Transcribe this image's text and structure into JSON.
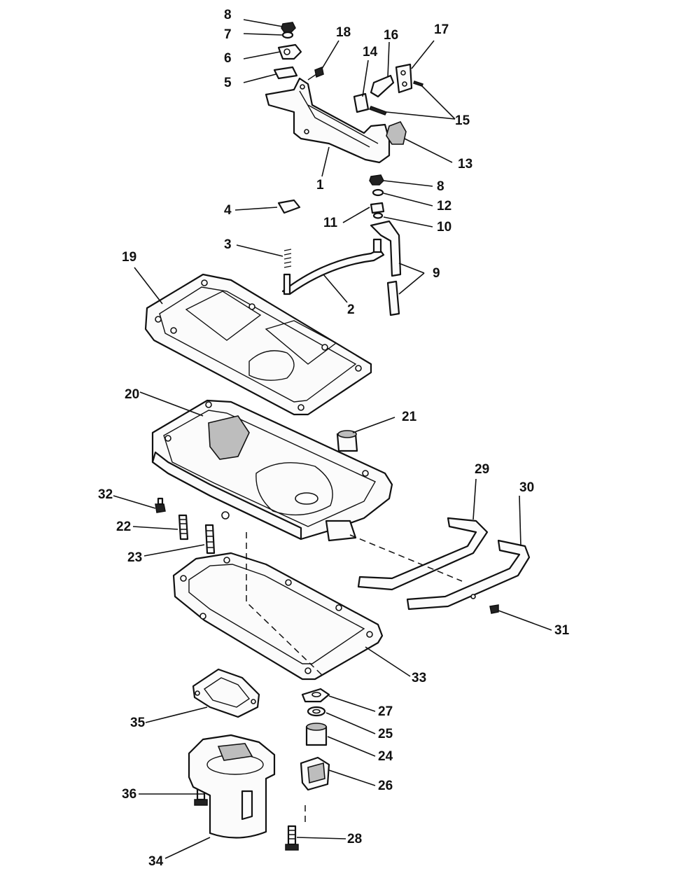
{
  "callouts": {
    "c1": "1",
    "c2": "2",
    "c3": "3",
    "c4": "4",
    "c5": "5",
    "c6": "6",
    "c7": "7",
    "c8a": "8",
    "c8b": "8",
    "c9": "9",
    "c10": "10",
    "c11": "11",
    "c12": "12",
    "c13": "13",
    "c14": "14",
    "c15": "15",
    "c16": "16",
    "c17": "17",
    "c18": "18",
    "c19": "19",
    "c20": "20",
    "c21": "21",
    "c22": "22",
    "c23": "23",
    "c24": "24",
    "c25": "25",
    "c26": "26",
    "c27": "27",
    "c28": "28",
    "c29": "29",
    "c30": "30",
    "c31": "31",
    "c32": "32",
    "c33": "33",
    "c34": "34",
    "c35": "35",
    "c36": "36"
  }
}
